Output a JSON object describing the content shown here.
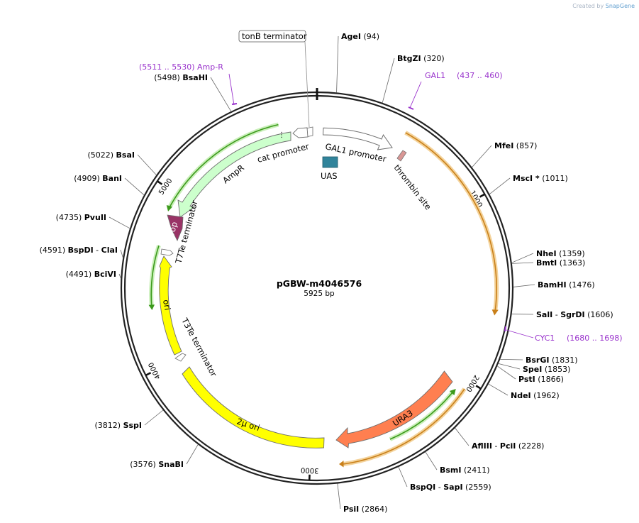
{
  "plasmid": {
    "name": "pGBW-m4046576",
    "length": "5925 bp",
    "total_bp": 5925
  },
  "credit": {
    "prefix": "Created by",
    "brand": "SnapGene"
  },
  "ticks": [
    {
      "bp": 1000,
      "label": "1000"
    },
    {
      "bp": 2000,
      "label": "2000"
    },
    {
      "bp": 3000,
      "label": "3000"
    },
    {
      "bp": 4000,
      "label": "4000"
    },
    {
      "bp": 5000,
      "label": "5000"
    }
  ],
  "sites": [
    {
      "name": "AgeI",
      "pos": "(94)",
      "bp": 94
    },
    {
      "name": "BtgZI",
      "pos": "(320)",
      "bp": 320
    },
    {
      "name": "MfeI",
      "pos": "(857)",
      "bp": 857
    },
    {
      "name": "MscI *",
      "pos": "(1011)",
      "bp": 1011
    },
    {
      "name": "NheI",
      "pos": "(1359)",
      "bp": 1359
    },
    {
      "name": "BmtI",
      "pos": "(1363)",
      "bp": 1363
    },
    {
      "name": "BamHI",
      "pos": "(1476)",
      "bp": 1476
    },
    {
      "name": "SalI",
      "name2": "SgrDI",
      "pos": "(1606)",
      "bp": 1606
    },
    {
      "name": "BsrGI",
      "pos": "(1831)",
      "bp": 1831
    },
    {
      "name": "SpeI",
      "pos": "(1853)",
      "bp": 1853
    },
    {
      "name": "PstI",
      "pos": "(1866)",
      "bp": 1866
    },
    {
      "name": "NdeI",
      "pos": "(1962)",
      "bp": 1962
    },
    {
      "name": "AflIII",
      "name2": "PciI",
      "pos": "(2228)",
      "bp": 2228
    },
    {
      "name": "BsmI",
      "pos": "(2411)",
      "bp": 2411
    },
    {
      "name": "BspQI",
      "name2": "SapI",
      "pos": "(2559)",
      "bp": 2559
    },
    {
      "name": "PsiI",
      "pos": "(2864)",
      "bp": 2864
    },
    {
      "name": "SnaBI",
      "pos": "(3576)",
      "bp": 3576
    },
    {
      "name": "SspI",
      "pos": "(3812)",
      "bp": 3812
    },
    {
      "name": "BciVI",
      "pos": "(4491)",
      "bp": 4491
    },
    {
      "name": "BspDI",
      "name2": "ClaI",
      "pos": "(4591)",
      "bp": 4591
    },
    {
      "name": "PvuII",
      "pos": "(4735)",
      "bp": 4735
    },
    {
      "name": "BanI",
      "pos": "(4909)",
      "bp": 4909
    },
    {
      "name": "BsaI",
      "pos": "(5022)",
      "bp": 5022
    },
    {
      "name": "BsaHI",
      "pos": "(5498)",
      "bp": 5498
    }
  ],
  "primers": [
    {
      "name": "GAL1",
      "range": "(437 .. 460)"
    },
    {
      "name": "CYC1",
      "range": "(1680 .. 1698)"
    },
    {
      "name": "Amp-R",
      "range": "(5511 .. 5530)"
    }
  ],
  "features": [
    {
      "name": "tonB terminator",
      "color": "#ffffff"
    },
    {
      "name": "GAL1 promoter",
      "color": "#ffffff"
    },
    {
      "name": "UAS",
      "color": "#31849b"
    },
    {
      "name": "thrombin site",
      "color": "#d99795"
    },
    {
      "name": "cat promoter",
      "color": "#ffffff"
    },
    {
      "name": "AmpR",
      "color": "#ccffcc"
    },
    {
      "name": "rop",
      "color": "#993366"
    },
    {
      "name": "T7Te terminator",
      "color": "#ffffff"
    },
    {
      "name": "ori",
      "color": "#ffff00"
    },
    {
      "name": "T3Te terminator",
      "color": "#ffffff"
    },
    {
      "name": "2μ ori",
      "color": "#ffff00"
    },
    {
      "name": "URA3",
      "color": "#ff7f50"
    }
  ],
  "colors": {
    "primer": "#9933cc",
    "orf_orange": "#e29a23",
    "orf_green": "#3c9a1c"
  }
}
